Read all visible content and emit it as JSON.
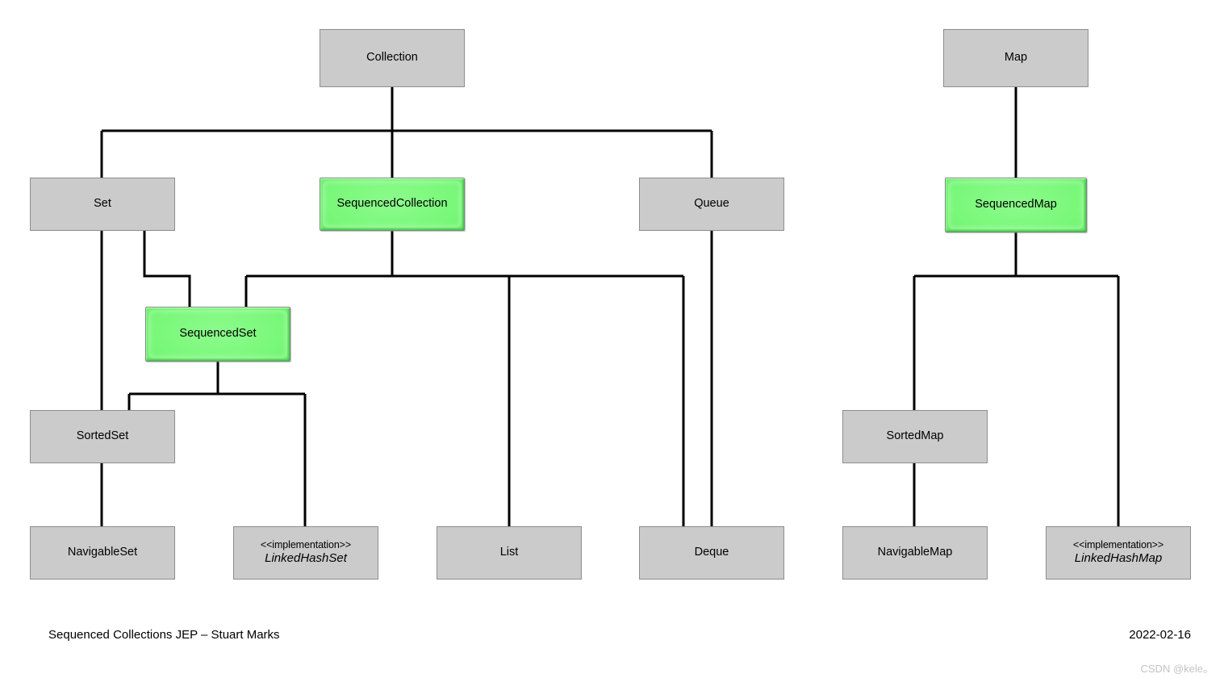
{
  "diagram": {
    "title": "Sequenced Collections interface hierarchy",
    "accent_highlight": "#63ef63",
    "box_fill": "#cbcbcb",
    "box_border": "#8d8d8d",
    "edge_color": "#000000",
    "background": "#ffffff"
  },
  "nodes": {
    "collection": {
      "label": "Collection"
    },
    "map": {
      "label": "Map"
    },
    "set": {
      "label": "Set"
    },
    "sequenced_collection": {
      "label": "SequencedCollection"
    },
    "queue": {
      "label": "Queue"
    },
    "sequenced_map": {
      "label": "SequencedMap"
    },
    "sequenced_set": {
      "label": "SequencedSet"
    },
    "sorted_set": {
      "label": "SortedSet"
    },
    "sorted_map": {
      "label": "SortedMap"
    },
    "navigable_set": {
      "label": "NavigableSet"
    },
    "navigable_map": {
      "label": "NavigableMap"
    },
    "list": {
      "label": "List"
    },
    "deque": {
      "label": "Deque"
    },
    "linked_hash_set": {
      "stereotype": "<<implementation>>",
      "label": "LinkedHashSet"
    },
    "linked_hash_map": {
      "stereotype": "<<implementation>>",
      "label": "LinkedHashMap"
    }
  },
  "footer": {
    "left": "Sequenced Collections JEP – Stuart Marks",
    "right": "2022-02-16",
    "watermark": "CSDN @kele。"
  },
  "relationships": [
    {
      "from": "collection",
      "to": "set"
    },
    {
      "from": "collection",
      "to": "sequenced_collection"
    },
    {
      "from": "collection",
      "to": "queue"
    },
    {
      "from": "map",
      "to": "sequenced_map"
    },
    {
      "from": "set",
      "to": "sequenced_set"
    },
    {
      "from": "set",
      "to": "navigable_set"
    },
    {
      "from": "sequenced_collection",
      "to": "sequenced_set"
    },
    {
      "from": "sequenced_collection",
      "to": "list"
    },
    {
      "from": "sequenced_collection",
      "to": "deque"
    },
    {
      "from": "queue",
      "to": "deque"
    },
    {
      "from": "sequenced_set",
      "to": "sorted_set"
    },
    {
      "from": "sequenced_set",
      "to": "linked_hash_set"
    },
    {
      "from": "sorted_set",
      "to": "navigable_set"
    },
    {
      "from": "sequenced_map",
      "to": "sorted_map"
    },
    {
      "from": "sequenced_map",
      "to": "linked_hash_map"
    },
    {
      "from": "sorted_map",
      "to": "navigable_map"
    }
  ]
}
